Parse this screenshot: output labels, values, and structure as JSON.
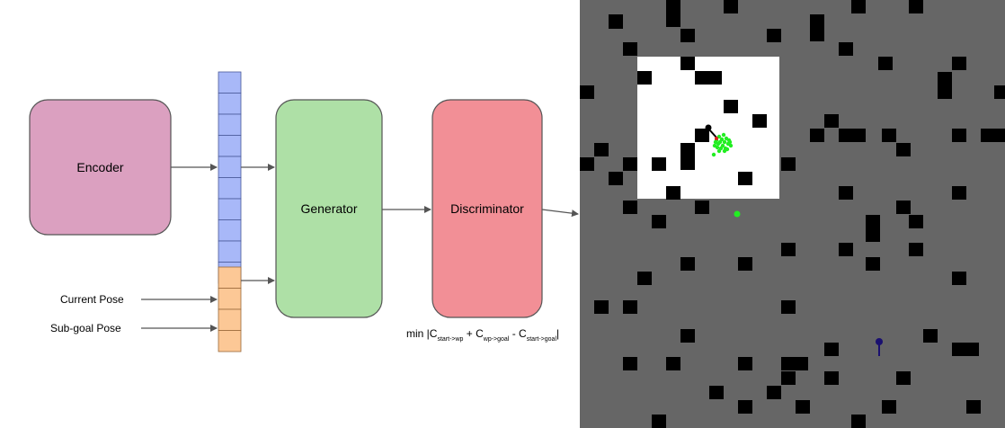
{
  "diagram": {
    "encoder_label": "Encoder",
    "generator_label": "Generator",
    "discriminator_label": "Discriminator",
    "current_pose_label": "Current Pose",
    "subgoal_pose_label": "Sub-goal Pose",
    "loss_formula": {
      "prefix": "min |C",
      "sub1": "start->wp",
      "mid1": " + C",
      "sub2": "wp->goal",
      "mid2": " - C",
      "sub3": "start->goal",
      "suffix": "|"
    },
    "colors": {
      "encoder": "#dba0c0",
      "generator": "#aee0a6",
      "discriminator": "#f28f96",
      "latent_vector": "#a8b8f8",
      "pose_vector": "#fcc896",
      "map_background": "#666666",
      "map_explored": "#ffffff",
      "obstacle": "#000000",
      "samples": "#22ee22",
      "agent": "#1a1070"
    }
  }
}
